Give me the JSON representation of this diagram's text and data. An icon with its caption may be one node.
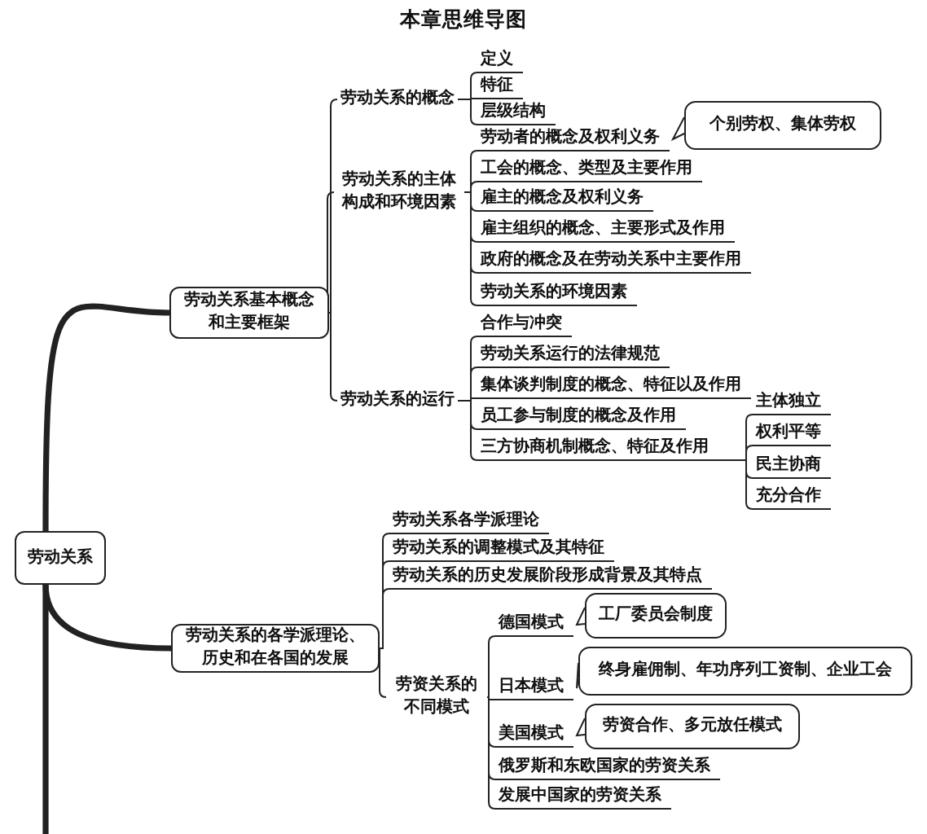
{
  "diagram": {
    "title": "本章思维导图",
    "nodes": [
      {
        "text": [
          "劳动关系"
        ]
      },
      {
        "text": [
          "劳动关系基本概念和主要框架"
        ]
      },
      {
        "text": [
          "劳动关系的概念"
        ]
      },
      {
        "text": [
          "定义"
        ]
      },
      {
        "text": [
          "特征"
        ]
      },
      {
        "text": [
          "层级结构"
        ]
      },
      {
        "text": [
          "劳动关系的主体构成和环境因素"
        ]
      },
      {
        "text": [
          "劳动者的概念及权利义务"
        ]
      },
      {
        "text": [
          "个别劳权、集体劳权"
        ]
      },
      {
        "text": [
          "工会的概念、类型及主要作用"
        ]
      },
      {
        "text": [
          "雇主的概念及权利义务"
        ]
      },
      {
        "text": [
          "雇主组织的概念、主要形式及作用"
        ]
      },
      {
        "text": [
          "政府的概念及在劳动关系中主要作用"
        ]
      },
      {
        "text": [
          "劳动关系的环境因素"
        ]
      },
      {
        "text": [
          "劳动关系的运行"
        ]
      },
      {
        "text": [
          "合作与冲突"
        ]
      },
      {
        "text": [
          "劳动关系运行的法律规范"
        ]
      },
      {
        "text": [
          "集体谈判制度的概念、特征以及作用"
        ]
      },
      {
        "text": [
          "员工参与制度的概念及作用"
        ]
      },
      {
        "text": [
          "三方协商机制概念、特征及作用"
        ]
      },
      {
        "text": [
          "主体独立"
        ]
      },
      {
        "text": [
          "权利平等"
        ]
      },
      {
        "text": [
          "民主协商"
        ]
      },
      {
        "text": [
          "充分合作"
        ]
      },
      {
        "text": [
          "劳动关系的各学派理论、历史和在各国的发展"
        ]
      },
      {
        "text": [
          "劳动关系各学派理论"
        ]
      },
      {
        "text": [
          "劳动关系的调整模式及其特征"
        ]
      },
      {
        "text": [
          "劳动关系的历史发展阶段形成背景及其特点"
        ]
      },
      {
        "text": [
          "劳资关系的不同模式"
        ]
      },
      {
        "text": [
          "德国模式"
        ]
      },
      {
        "text": [
          "工厂委员会制度"
        ]
      },
      {
        "text": [
          "日本模式"
        ]
      },
      {
        "text": [
          "终身雇佣制、年功序列工资制、企业工会"
        ]
      },
      {
        "text": [
          "美国模式"
        ]
      },
      {
        "text": [
          "劳资合作、多元放任模式"
        ]
      },
      {
        "text": [
          "俄罗斯和东欧国家的劳资关系"
        ]
      },
      {
        "text": [
          "发展中国家的劳资关系"
        ]
      }
    ],
    "edges": [
      {
        "from": 0,
        "to": 1,
        "arrow": "none",
        "style": "thick"
      },
      {
        "from": 0,
        "to": 24,
        "arrow": "none",
        "style": "thick"
      },
      {
        "from": 0,
        "to": null,
        "arrow": "none",
        "style": "thick"
      },
      {
        "from": 1,
        "to": 2,
        "arrow": "none"
      },
      {
        "from": 1,
        "to": 6,
        "arrow": "none"
      },
      {
        "from": 1,
        "to": 14,
        "arrow": "none"
      },
      {
        "from": 2,
        "to": 3,
        "arrow": "none"
      },
      {
        "from": 2,
        "to": 4,
        "arrow": "none"
      },
      {
        "from": 2,
        "to": 5,
        "arrow": "none"
      },
      {
        "from": 6,
        "to": 7,
        "arrow": "none"
      },
      {
        "from": 7,
        "to": 8,
        "arrow": "none"
      },
      {
        "from": 6,
        "to": 9,
        "arrow": "none"
      },
      {
        "from": 6,
        "to": 10,
        "arrow": "none"
      },
      {
        "from": 6,
        "to": 11,
        "arrow": "none"
      },
      {
        "from": 6,
        "to": 12,
        "arrow": "none"
      },
      {
        "from": 6,
        "to": 13,
        "arrow": "none"
      },
      {
        "from": 14,
        "to": 15,
        "arrow": "none"
      },
      {
        "from": 14,
        "to": 16,
        "arrow": "none"
      },
      {
        "from": 14,
        "to": 17,
        "arrow": "none"
      },
      {
        "from": 14,
        "to": 18,
        "arrow": "none"
      },
      {
        "from": 14,
        "to": 19,
        "arrow": "none"
      },
      {
        "from": 19,
        "to": 20,
        "arrow": "none"
      },
      {
        "from": 19,
        "to": 21,
        "arrow": "none"
      },
      {
        "from": 19,
        "to": 22,
        "arrow": "none"
      },
      {
        "from": 19,
        "to": 23,
        "arrow": "none"
      },
      {
        "from": 24,
        "to": 25,
        "arrow": "none"
      },
      {
        "from": 24,
        "to": 26,
        "arrow": "none"
      },
      {
        "from": 24,
        "to": 27,
        "arrow": "none"
      },
      {
        "from": 24,
        "to": 28,
        "arrow": "none"
      },
      {
        "from": 28,
        "to": 29,
        "arrow": "none"
      },
      {
        "from": 29,
        "to": 30,
        "arrow": "none"
      },
      {
        "from": 28,
        "to": 31,
        "arrow": "none"
      },
      {
        "from": 31,
        "to": 32,
        "arrow": "none"
      },
      {
        "from": 28,
        "to": 33,
        "arrow": "none"
      },
      {
        "from": 33,
        "to": 34,
        "arrow": "none"
      },
      {
        "from": 28,
        "to": 35,
        "arrow": "none"
      },
      {
        "from": 28,
        "to": 36,
        "arrow": "none"
      }
    ]
  }
}
